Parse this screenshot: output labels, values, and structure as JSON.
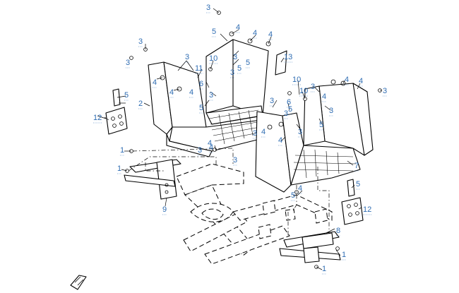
{
  "diagram": {
    "callout_color": "#2f6db3",
    "callouts": [
      "3",
      "3",
      "3",
      "3",
      "3",
      "3",
      "3",
      "3",
      "3",
      "3",
      "3",
      "3",
      "3",
      "3",
      "3",
      "3",
      "4",
      "4",
      "4",
      "4",
      "4",
      "4",
      "4",
      "4",
      "4",
      "4",
      "4",
      "4",
      "4",
      "4",
      "5",
      "5",
      "5",
      "5",
      "5",
      "5",
      "5",
      "5",
      "5",
      "6",
      "6",
      "10",
      "10",
      "10",
      "11",
      "1",
      "1",
      "1",
      "1",
      "2",
      "7",
      "8",
      "9",
      "12",
      "12",
      "13"
    ]
  },
  "icons": [
    "bolt-icon",
    "washer-icon",
    "front-direction-arrow-icon"
  ]
}
